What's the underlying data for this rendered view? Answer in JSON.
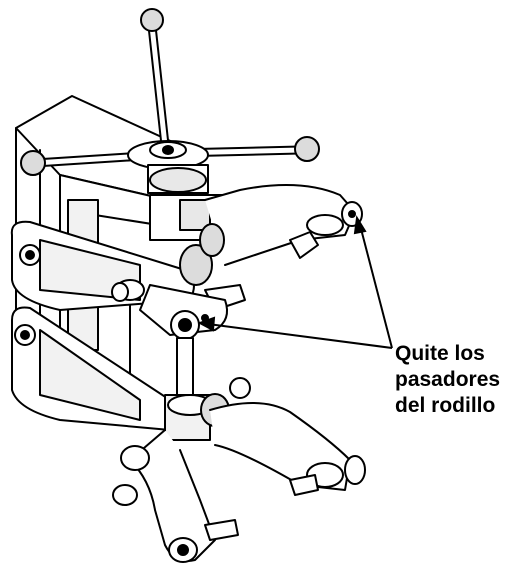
{
  "callout": {
    "lines": [
      "Quite los",
      "pasadores",
      "del rodillo"
    ]
  }
}
